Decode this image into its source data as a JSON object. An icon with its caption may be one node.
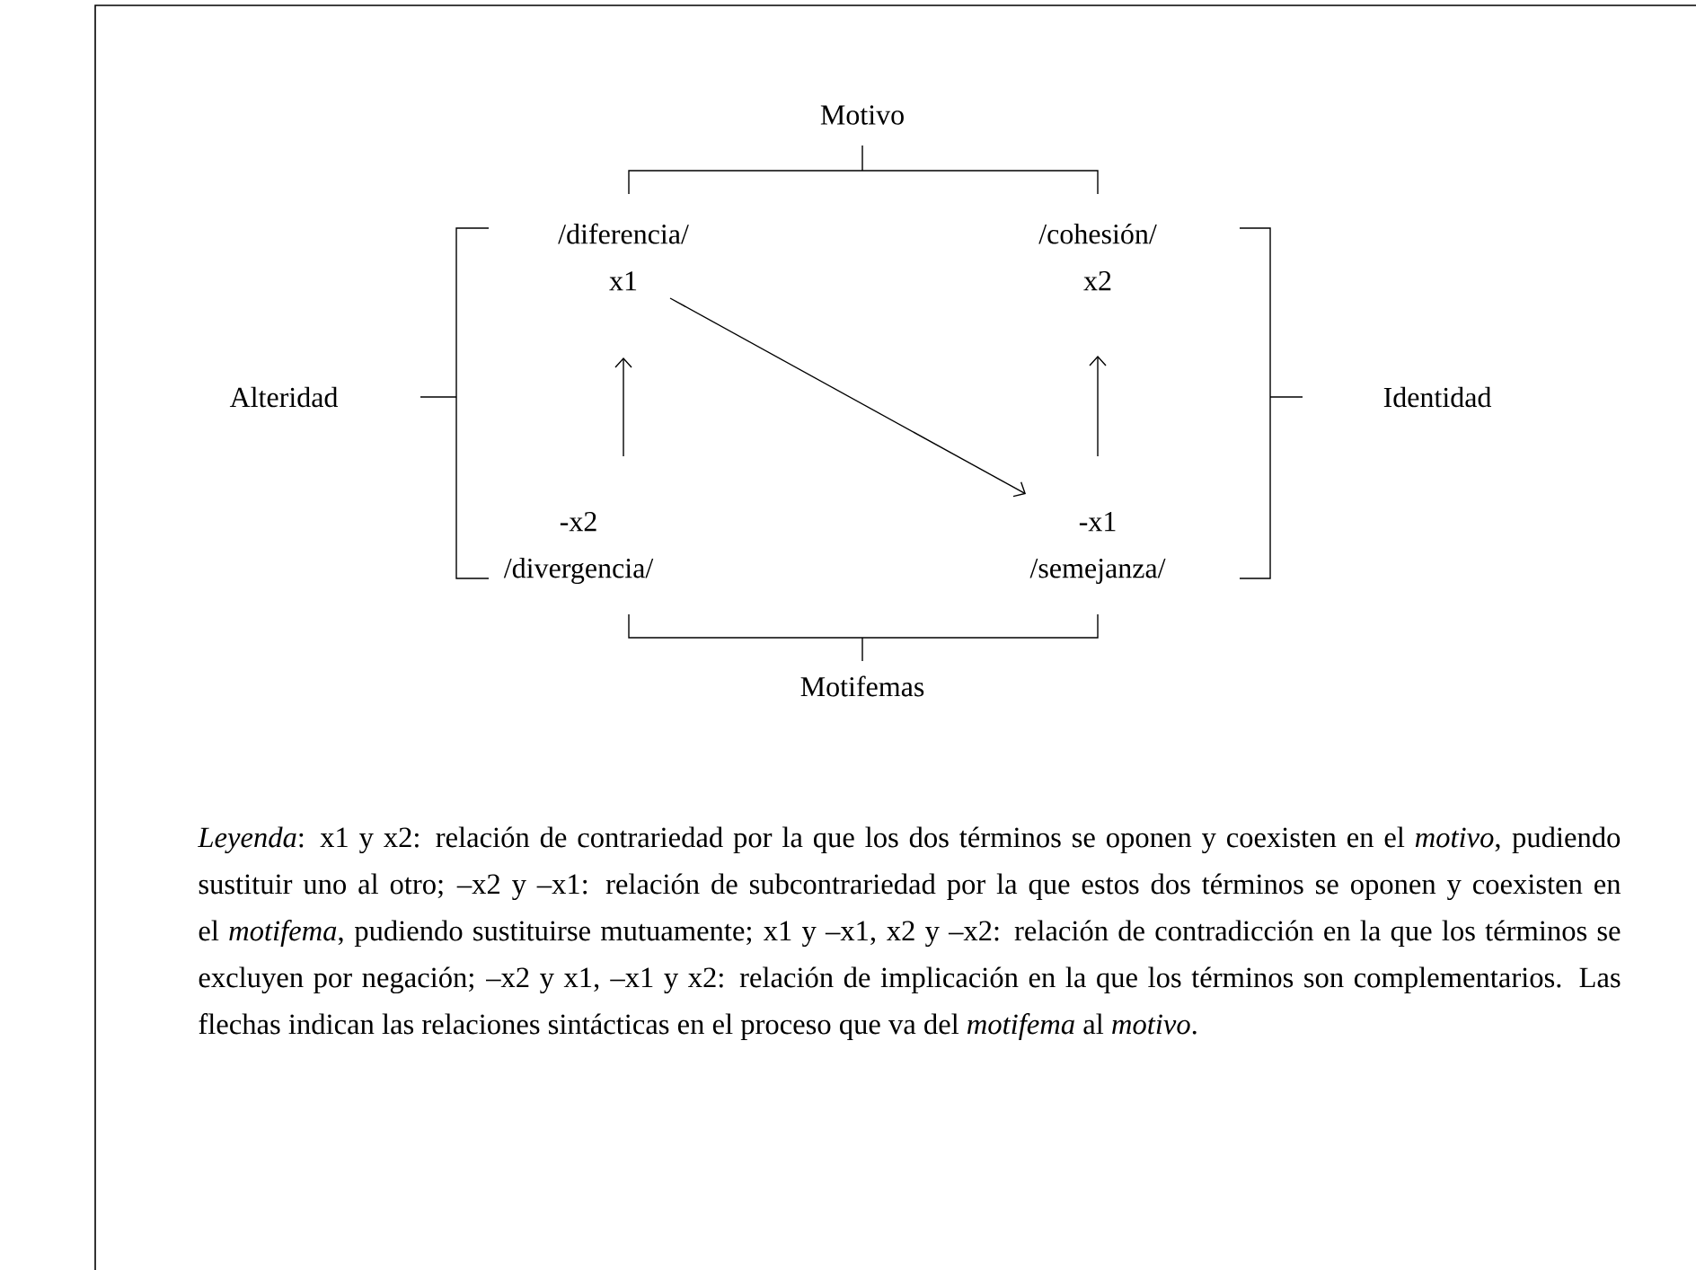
{
  "diagram": {
    "nodes": [
      {
        "text": [
          "/diferencia/",
          "x1"
        ]
      },
      {
        "text": [
          "/cohesión/",
          "x2"
        ]
      },
      {
        "text": [
          "-x2",
          "/divergencia/"
        ]
      },
      {
        "text": [
          "-x1",
          "/semejanza/"
        ]
      }
    ],
    "edges": [
      {
        "from": 2,
        "to": 0,
        "arrow": "to"
      },
      {
        "from": 0,
        "to": 3,
        "arrow": "to"
      },
      {
        "from": 3,
        "to": 1,
        "arrow": "to"
      }
    ],
    "labels": [
      "Motivo",
      "Alteridad",
      "Identidad",
      "Motifemas"
    ],
    "caption": "*Leyenda*: x1 y x2: relación de contrariedad por la que los dos términos se oponen y coexisten en el *motivo*, pudiendo sustituir uno al otro; –x2 y –x1: relación de subcontrariedad por la que estos dos términos se oponen y coexisten en el *motifema*, pudiendo sustituirse mutuamente; x1 y –x1, x2 y –x2: relación de contradicción en la que los términos se excluyen por negación; –x2 y x1, –x1 y x2: relación de implicación en la que los términos son complementarios. Las flechas indican las relaciones sintácticas en el proceso que va del *motifema* al *motivo*."
  }
}
